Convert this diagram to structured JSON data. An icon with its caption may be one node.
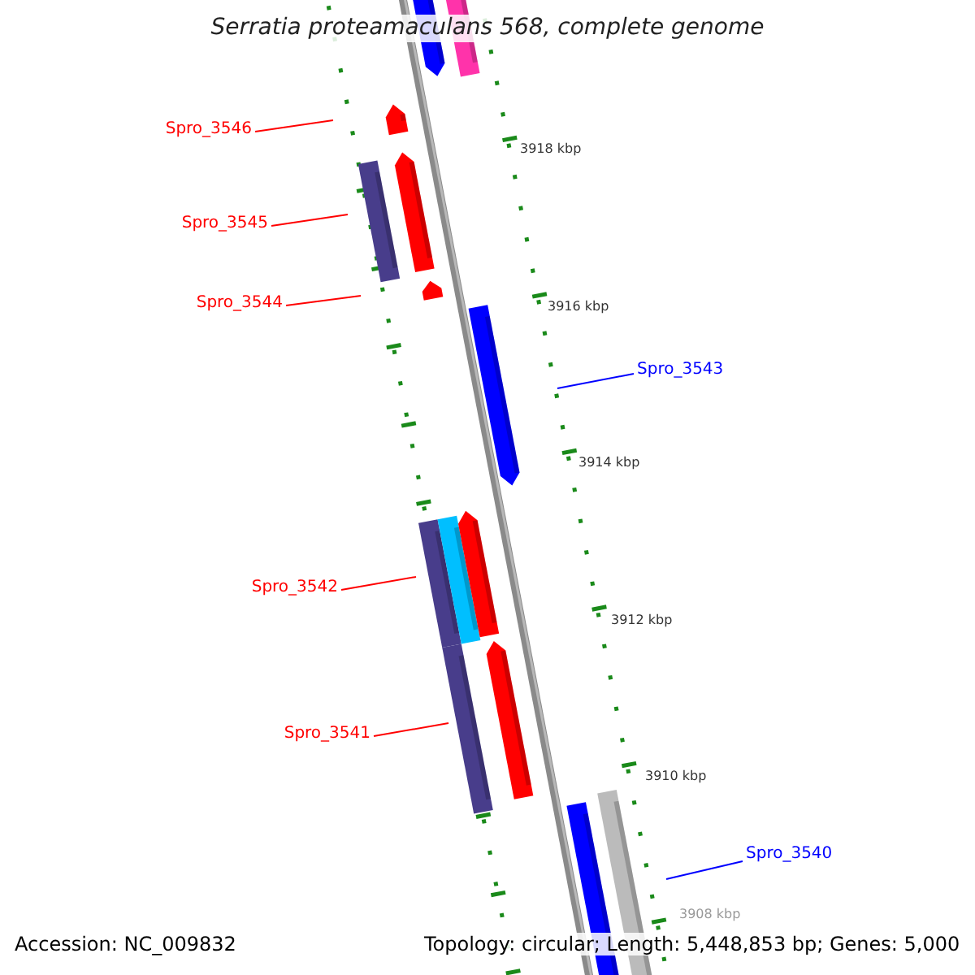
{
  "diagram": {
    "title": "Serratia proteamaculans 568, complete genome",
    "nodes": [
      {
        "text": [
          "Spro_3546"
        ]
      },
      {
        "text": [
          "Spro_3545"
        ]
      },
      {
        "text": [
          "Spro_3544"
        ]
      },
      {
        "text": [
          "Spro_3543"
        ]
      },
      {
        "text": [
          "Spro_3542"
        ]
      },
      {
        "text": [
          "Spro_3541"
        ]
      },
      {
        "text": [
          "Spro_3540"
        ]
      }
    ],
    "edges": [
      {
        "from": 0,
        "to": null,
        "arrow": "none"
      },
      {
        "from": 1,
        "to": null,
        "arrow": "none"
      },
      {
        "from": 2,
        "to": null,
        "arrow": "none"
      },
      {
        "from": 3,
        "to": null,
        "arrow": "none",
        "color": "#0000ff"
      },
      {
        "from": 4,
        "to": null,
        "arrow": "none"
      },
      {
        "from": 5,
        "to": null,
        "arrow": "none"
      },
      {
        "from": 6,
        "to": null,
        "arrow": "none",
        "color": "#0000ff"
      }
    ],
    "labels": [
      "3918 kbp",
      "3916 kbp",
      "3914 kbp",
      "3912 kbp",
      "3910 kbp",
      "3908 kbp",
      "Accession: NC_009832",
      "Topology: circular; Length: 5,448,853 bp; Genes: 5,000"
    ]
  }
}
